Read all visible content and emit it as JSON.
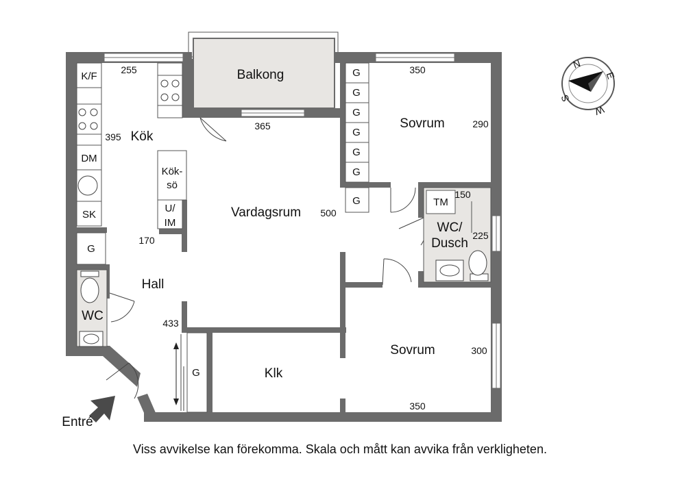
{
  "rooms": {
    "balkong": "Balkong",
    "kok": "Kök",
    "vardagsrum": "Vardagsrum",
    "sovrum_top": "Sovrum",
    "sovrum_bottom": "Sovrum",
    "hall": "Hall",
    "wc": "WC",
    "wc_dusch_line1": "WC/",
    "wc_dusch_line2": "Dusch",
    "klk": "Klk"
  },
  "dimensions": {
    "kitchen_top": "255",
    "kitchen_side": "395",
    "living_top": "365",
    "living_side": "500",
    "hall_side": "170",
    "hall_lower": "433",
    "bedroom_top_width": "350",
    "bedroom_top_height": "290",
    "bath_width": "150",
    "bath_height": "225",
    "bedroom_bottom_width": "350",
    "bedroom_bottom_height": "300"
  },
  "fixtures": {
    "kf": "K/F",
    "dm": "DM",
    "sk": "SK",
    "koksso_line1": "Kök-",
    "koksso_line2": "sö",
    "uim_line1": "U/",
    "uim_line2": "IM",
    "tm": "TM",
    "g_label": "G"
  },
  "entrance": "Entré",
  "compass": {
    "n": "N",
    "e": "E",
    "s": "S",
    "w": "W"
  },
  "disclaimer": "Viss avvikelse kan förekomma. Skala och mått kan avvika från verkligheten."
}
